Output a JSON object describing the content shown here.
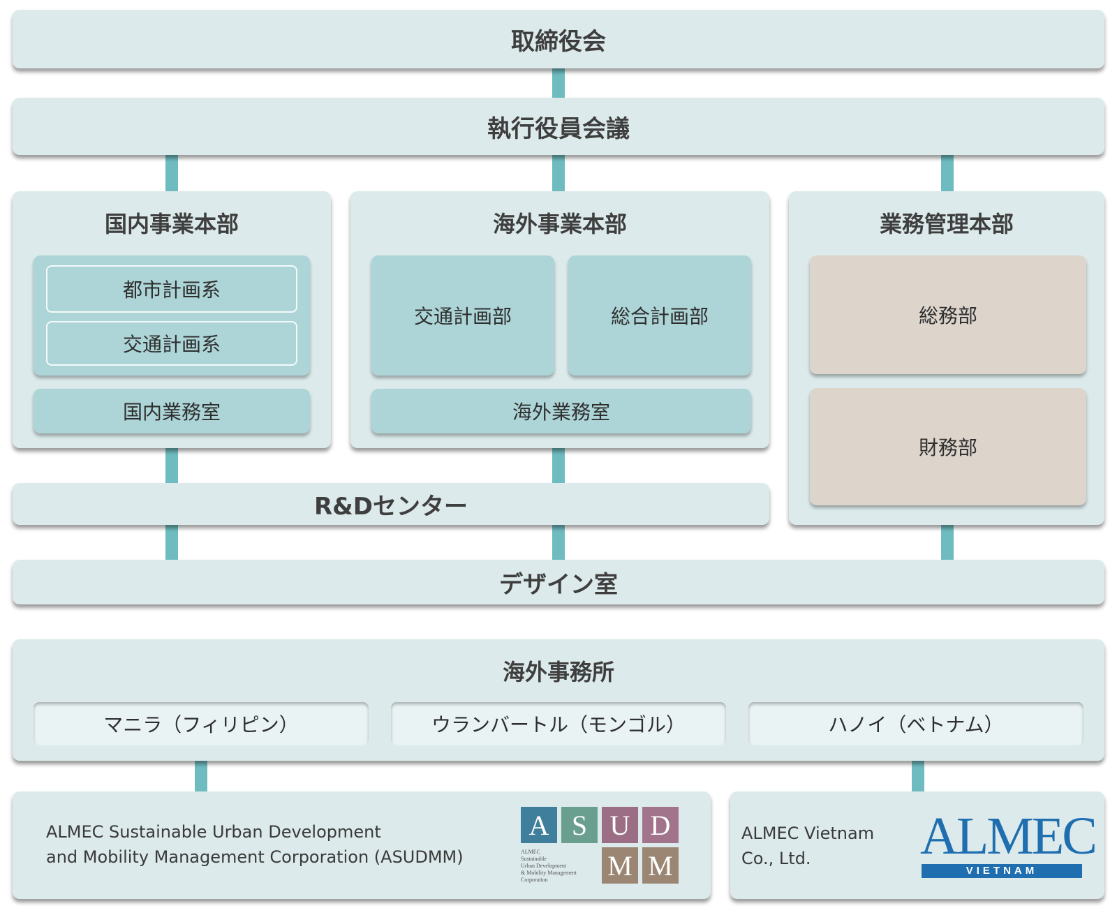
{
  "board": {
    "label": "取締役会"
  },
  "exec_meeting": {
    "label": "執行役員会議"
  },
  "domestic": {
    "title": "国内事業本部",
    "groups": [
      "都市計画系",
      "交通計画系"
    ],
    "office": "国内業務室"
  },
  "overseas": {
    "title": "海外事業本部",
    "depts": [
      "交通計画部",
      "総合計画部"
    ],
    "office": "海外業務室"
  },
  "management": {
    "title": "業務管理本部",
    "depts": [
      "総務部",
      "財務部"
    ]
  },
  "rd": {
    "label": "R&Dセンター"
  },
  "design": {
    "label": "デザイン室"
  },
  "overseas_offices": {
    "title": "海外事務所",
    "items": [
      "マニラ（フィリピン）",
      "ウランバートル（モンゴル）",
      "ハノイ（ベトナム）"
    ]
  },
  "asudmm": {
    "name_line1": "ALMEC Sustainable Urban Development",
    "name_line2": "and Mobility Management Corporation (ASUDMM)",
    "logo_letters": [
      "A",
      "S",
      "U",
      "D",
      "M",
      "M"
    ],
    "logo_caption": [
      "ALMEC",
      "Sustainable",
      "Urban Development",
      "& Mobility Management",
      "Corporation"
    ],
    "logo_colors": [
      "#3f7f9c",
      "#6a9f8f",
      "#9b6e86",
      "#a2748c",
      "#9a8672",
      "#9a8672"
    ]
  },
  "almec_vietnam": {
    "name_line1": "ALMEC Vietnam",
    "name_line2": "Co., Ltd.",
    "logo_word": "ALMEC",
    "logo_sub": "VIETNAM",
    "logo_color": "#1f6fb0"
  },
  "colors": {
    "box": "#dceaeb",
    "inner": "#add5d7",
    "beige": "#ddd5cc",
    "connector": "#6fbcc0"
  }
}
